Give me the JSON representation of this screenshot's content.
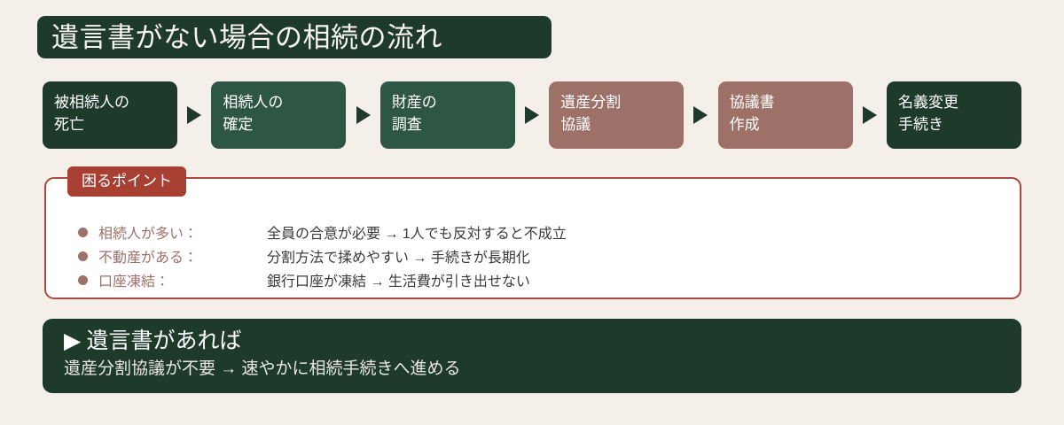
{
  "colors": {
    "background": "#f4efe9",
    "green_dark": "#1e3a2b",
    "green_mid": "#2e5644",
    "rose": "#9d7068",
    "brick_red": "#a83f33",
    "panel_white": "#ffffff"
  },
  "header": {
    "title": "遺言書がない場合の相続の流れ"
  },
  "flow": {
    "arrow_icon": "triangle-right-icon",
    "steps": [
      {
        "line1": "被相続人の",
        "line2": "死亡",
        "tone": "green-dark"
      },
      {
        "line1": "相続人の",
        "line2": "確定",
        "tone": "green-mid"
      },
      {
        "line1": "財産の",
        "line2": "調査",
        "tone": "green-mid"
      },
      {
        "line1": "遺産分割",
        "line2": "協議",
        "tone": "rose"
      },
      {
        "line1": "協議書",
        "line2": "作成",
        "tone": "rose"
      },
      {
        "line1": "名義変更",
        "line2": "手続き",
        "tone": "green-dark"
      }
    ]
  },
  "trouble": {
    "badge": "困るポイント",
    "items": [
      {
        "label": "相続人が多い：",
        "desc": "全員の合意が必要 → 1人でも反対すると不成立"
      },
      {
        "label": "不動産がある：",
        "desc": "分割方法で揉めやすい → 手続きが長期化"
      },
      {
        "label": "口座凍結：",
        "desc": "銀行口座が凍結 → 生活費が引き出せない"
      }
    ]
  },
  "conclusion": {
    "heading": "▶ 遺言書があれば",
    "subtitle": "遺産分割協議が不要 → 速やかに相続手続きへ進める"
  }
}
